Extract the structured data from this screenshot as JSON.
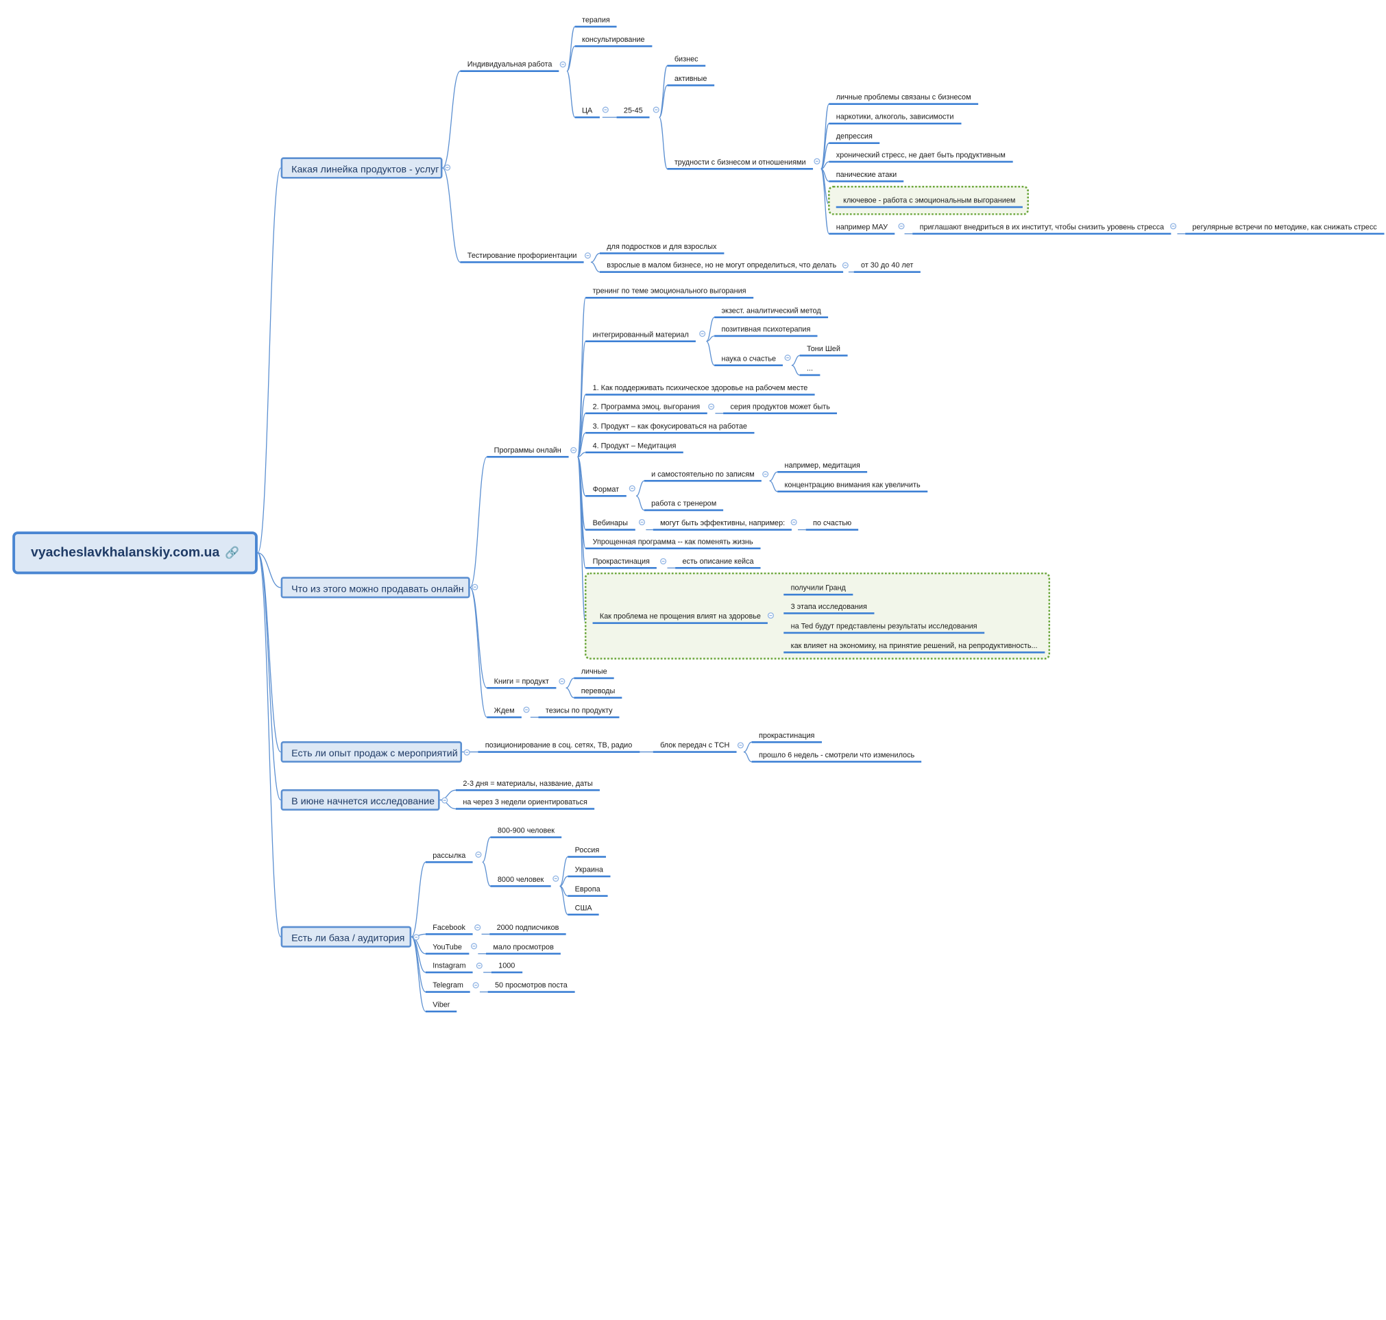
{
  "root": {
    "title": "vyacheslavkhalanskiy.com.ua",
    "link_icon": "link-icon"
  },
  "topics": {
    "products": {
      "title": "Какая линейка продуктов - услуг",
      "individual": {
        "label": "Индивидуальная работа",
        "therapy": "терапия",
        "consulting": "консультирование",
        "ca": {
          "label": "ЦА",
          "age": "25-45",
          "business": "бизнес",
          "active": "активные",
          "difficulties": {
            "label": "трудности с бизнесом и отношениями",
            "items": [
              "личные проблемы связаны с бизнесом",
              "наркотики, алкоголь, зависимости",
              "депрессия",
              "хронический стресс, не дает быть продуктивным",
              "панические атаки",
              "ключевое - работа с эмоциональным выгоранием"
            ],
            "mau": "например МАУ",
            "mau_invite": "приглашают внедриться в их институт, чтобы снизить уровень стресса",
            "mau_meetings": "регулярные встречи по методике, как снижать стресс"
          }
        }
      },
      "testing": {
        "label": "Тестирование профориентации",
        "teens": "для подростков и для взрослых",
        "adults": "взрослые в малом бизнесе, но не могут определиться, что делать",
        "age_range": "от 30 до 40 лет"
      }
    },
    "online": {
      "title": "Что из этого можно продавать онлайн",
      "programs": {
        "label": "Программы онлайн",
        "training": "тренинг по теме эмоционального выгорания",
        "integrated": {
          "label": "интегрированный материал",
          "existential": "экзест. аналитический метод",
          "positive": "позитивная психотерапия",
          "happiness": "наука о счастье",
          "tony": "Тони Шей",
          "ellipsis": "..."
        },
        "p1": "1. Как поддерживать психическое здоровье на рабочем месте",
        "p2": "2. Программа эмоц. выгорания",
        "p2_series": "серия продуктов может быть",
        "p3": "3. Продукт – как фокусироваться на работае",
        "p4": "4. Продукт – Медитация",
        "format": {
          "label": "Формат",
          "self": "и самостоятельно по записям",
          "meditation": "например, медитация",
          "concentration": "концентрацию внимания как увеличить",
          "trainer": "работа с тренером"
        },
        "webinars": "Вебинары",
        "webinars_eff": "могут быть эффективны, например:",
        "webinars_happy": "по счастью",
        "simplified": "Упрощенная программа -- как поменять жизнь",
        "procrast": "Прокрастинация",
        "procrast_case": "есть описание кейса",
        "forgiveness": {
          "label": "Как проблема не прощения влият на здоровье",
          "grant": "получили Гранд",
          "stages": "3 этапа исследования",
          "ted": "на Ted будут представлены результаты исследования",
          "economy": "как влияет на экономику, на принятие решений, на репродуктивность..."
        }
      },
      "books": {
        "label": "Книги = продукт",
        "personal": "личные",
        "translations": "переводы"
      },
      "waiting": {
        "label": "Ждем",
        "theses": "тезисы по продукту"
      }
    },
    "events": {
      "title": "Есть ли опыт продаж с мероприятий",
      "positioning": "позиционирование в соц. сетях, ТВ, радио",
      "block": "блок передач с ТСН",
      "procrast": "прокрастинация",
      "six_weeks": "прошло 6 недель - смотрели что изменилось"
    },
    "research": {
      "title": "В июне начнется исследование",
      "days": "2-3 дня = материалы, название, даты",
      "weeks": "на через 3 недели ориентироваться"
    },
    "audience": {
      "title": "Есть ли база / аудитория",
      "mailing": {
        "label": "рассылка",
        "p800": "800-900 человек",
        "p8000": "8000 человек",
        "countries": [
          "Россия",
          "Украина",
          "Европа",
          "США"
        ]
      },
      "facebook": "Facebook",
      "facebook_v": "2000 подписчиков",
      "youtube": "YouTube",
      "youtube_v": "мало просмотров",
      "instagram": "Instagram",
      "instagram_v": "1000",
      "telegram": "Telegram",
      "telegram_v": "50 просмотров поста",
      "viber": "Viber"
    }
  },
  "colors": {
    "line": "#3b7fd4",
    "connector": "#5b8fd1",
    "topic_fill": "#dde8f5",
    "highlight_border": "#6aa63a",
    "highlight_fill": "#f2f6ea"
  }
}
